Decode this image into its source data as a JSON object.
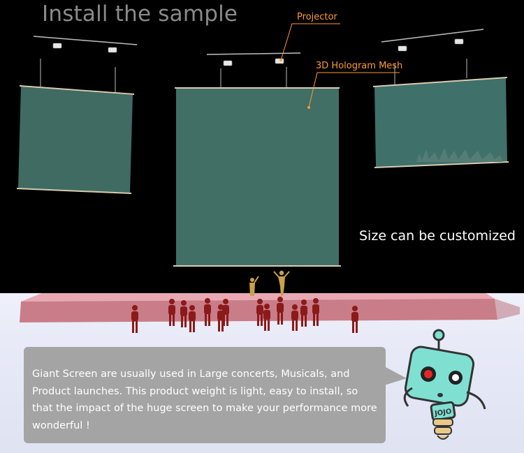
{
  "title": "Install the sample",
  "labels": {
    "projector": "Projector",
    "mesh": "3D Hologram Mesh",
    "size_note": "Size can be customized"
  },
  "description": "Giant Screen are usually used in Large concerts, Musicals, and Product launches. This product weight is light, easy to install, so that the impact of the huge screen to make your performance more wonderful !",
  "mascot_badge": "JOJO",
  "colors": {
    "accent_orange": "#ff9b2e",
    "screen_teal": "#3f6b62",
    "stage_pink": "#d88c94",
    "figure_red": "#8b1a1a",
    "robot_teal": "#7fe0d2"
  }
}
